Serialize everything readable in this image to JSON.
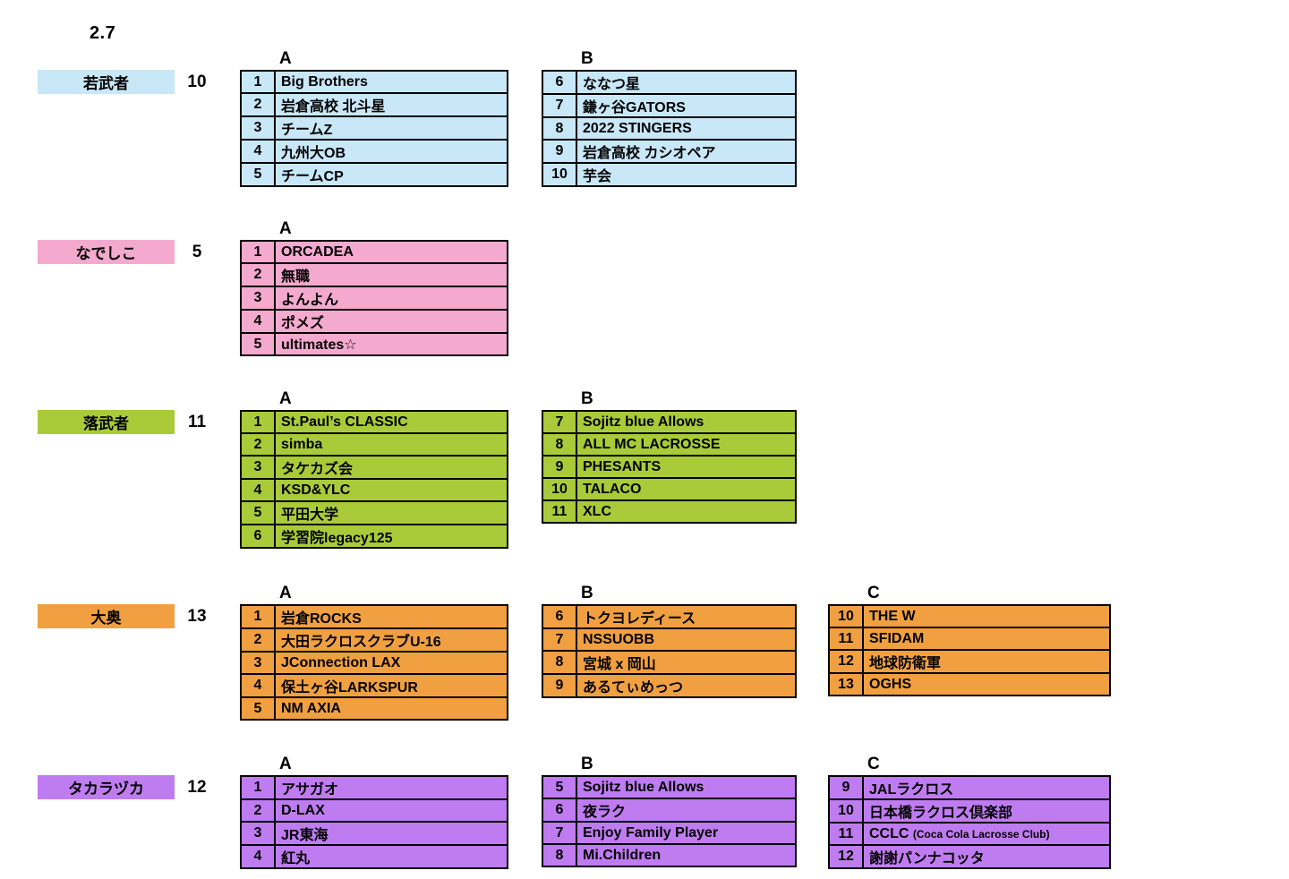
{
  "sheet": {
    "date_label": "2.7"
  },
  "categories": [
    {
      "name": "若武者",
      "count": "10",
      "color": "#C8E7F7",
      "groups": [
        {
          "letter": "A",
          "rows": [
            {
              "num": "1",
              "name": "Big Brothers"
            },
            {
              "num": "2",
              "name": "岩倉高校 北斗星"
            },
            {
              "num": "3",
              "name": "チームZ"
            },
            {
              "num": "4",
              "name": "九州大OB"
            },
            {
              "num": "5",
              "name": "チームCP"
            }
          ]
        },
        {
          "letter": "B",
          "rows": [
            {
              "num": "6",
              "name": "ななつ星"
            },
            {
              "num": "7",
              "name": "鎌ヶ谷GATORS"
            },
            {
              "num": "8",
              "name": "2022 STINGERS"
            },
            {
              "num": "9",
              "name": "岩倉高校 カシオペア"
            },
            {
              "num": "10",
              "name": "芋会"
            }
          ]
        }
      ]
    },
    {
      "name": "なでしこ",
      "count": "5",
      "color": "#F4A9CE",
      "groups": [
        {
          "letter": "A",
          "rows": [
            {
              "num": "1",
              "name": "ORCADEA"
            },
            {
              "num": "2",
              "name": "無職"
            },
            {
              "num": "3",
              "name": "よんよん"
            },
            {
              "num": "4",
              "name": "ポメズ"
            },
            {
              "num": "5",
              "name": "ultimates☆"
            }
          ]
        }
      ]
    },
    {
      "name": "落武者",
      "count": "11",
      "color": "#A9CB3A",
      "groups": [
        {
          "letter": "A",
          "rows": [
            {
              "num": "1",
              "name": "St.Paul’s CLASSIC"
            },
            {
              "num": "2",
              "name": "simba"
            },
            {
              "num": "3",
              "name": "タケカズ会"
            },
            {
              "num": "4",
              "name": "KSD&YLC"
            },
            {
              "num": "5",
              "name": "平田大学"
            },
            {
              "num": "6",
              "name": "学習院legacy125"
            }
          ]
        },
        {
          "letter": "B",
          "rows": [
            {
              "num": "7",
              "name": "Sojitz blue Allows"
            },
            {
              "num": "8",
              "name": "ALL MC LACROSSE"
            },
            {
              "num": "9",
              "name": "PHESANTS"
            },
            {
              "num": "10",
              "name": "TALACO"
            },
            {
              "num": "11",
              "name": "XLC"
            }
          ]
        }
      ]
    },
    {
      "name": "大奥",
      "count": "13",
      "color": "#F0A041",
      "groups": [
        {
          "letter": "A",
          "rows": [
            {
              "num": "1",
              "name": "岩倉ROCKS"
            },
            {
              "num": "2",
              "name": "大田ラクロスクラブU-16"
            },
            {
              "num": "3",
              "name": "JConnection LAX"
            },
            {
              "num": "4",
              "name": "保土ヶ谷LARKSPUR"
            },
            {
              "num": "5",
              "name": "NM AXIA"
            }
          ]
        },
        {
          "letter": "B",
          "rows": [
            {
              "num": "6",
              "name": "トクヨレディース"
            },
            {
              "num": "7",
              "name": "NSSUOBB"
            },
            {
              "num": "8",
              "name": "宮城 x 岡山"
            },
            {
              "num": "9",
              "name": "あるてぃめっつ"
            }
          ]
        },
        {
          "letter": "C",
          "rows": [
            {
              "num": "10",
              "name": "THE W"
            },
            {
              "num": "11",
              "name": "SFIDAM"
            },
            {
              "num": "12",
              "name": "地球防衛軍"
            },
            {
              "num": "13",
              "name": "OGHS"
            }
          ]
        }
      ]
    },
    {
      "name": "タカラヅカ",
      "count": "12",
      "color": "#BF7CF0",
      "groups": [
        {
          "letter": "A",
          "rows": [
            {
              "num": "1",
              "name": "アサガオ"
            },
            {
              "num": "2",
              "name": "D-LAX"
            },
            {
              "num": "3",
              "name": "JR東海"
            },
            {
              "num": "4",
              "name": "紅丸"
            }
          ]
        },
        {
          "letter": "B",
          "rows": [
            {
              "num": "5",
              "name": "Sojitz blue Allows"
            },
            {
              "num": "6",
              "name": "夜ラク"
            },
            {
              "num": "7",
              "name": "Enjoy Family Player"
            },
            {
              "num": "8",
              "name": "Mi.Children"
            }
          ]
        },
        {
          "letter": "C",
          "rows": [
            {
              "num": "9",
              "name": "JALラクロス"
            },
            {
              "num": "10",
              "name": "日本橋ラクロス倶楽部"
            },
            {
              "num": "11",
              "name": "CCLC",
              "suffix": "(Coca Cola Lacrosse Club)"
            },
            {
              "num": "12",
              "name": "謝謝パンナコッタ"
            }
          ]
        }
      ]
    }
  ]
}
